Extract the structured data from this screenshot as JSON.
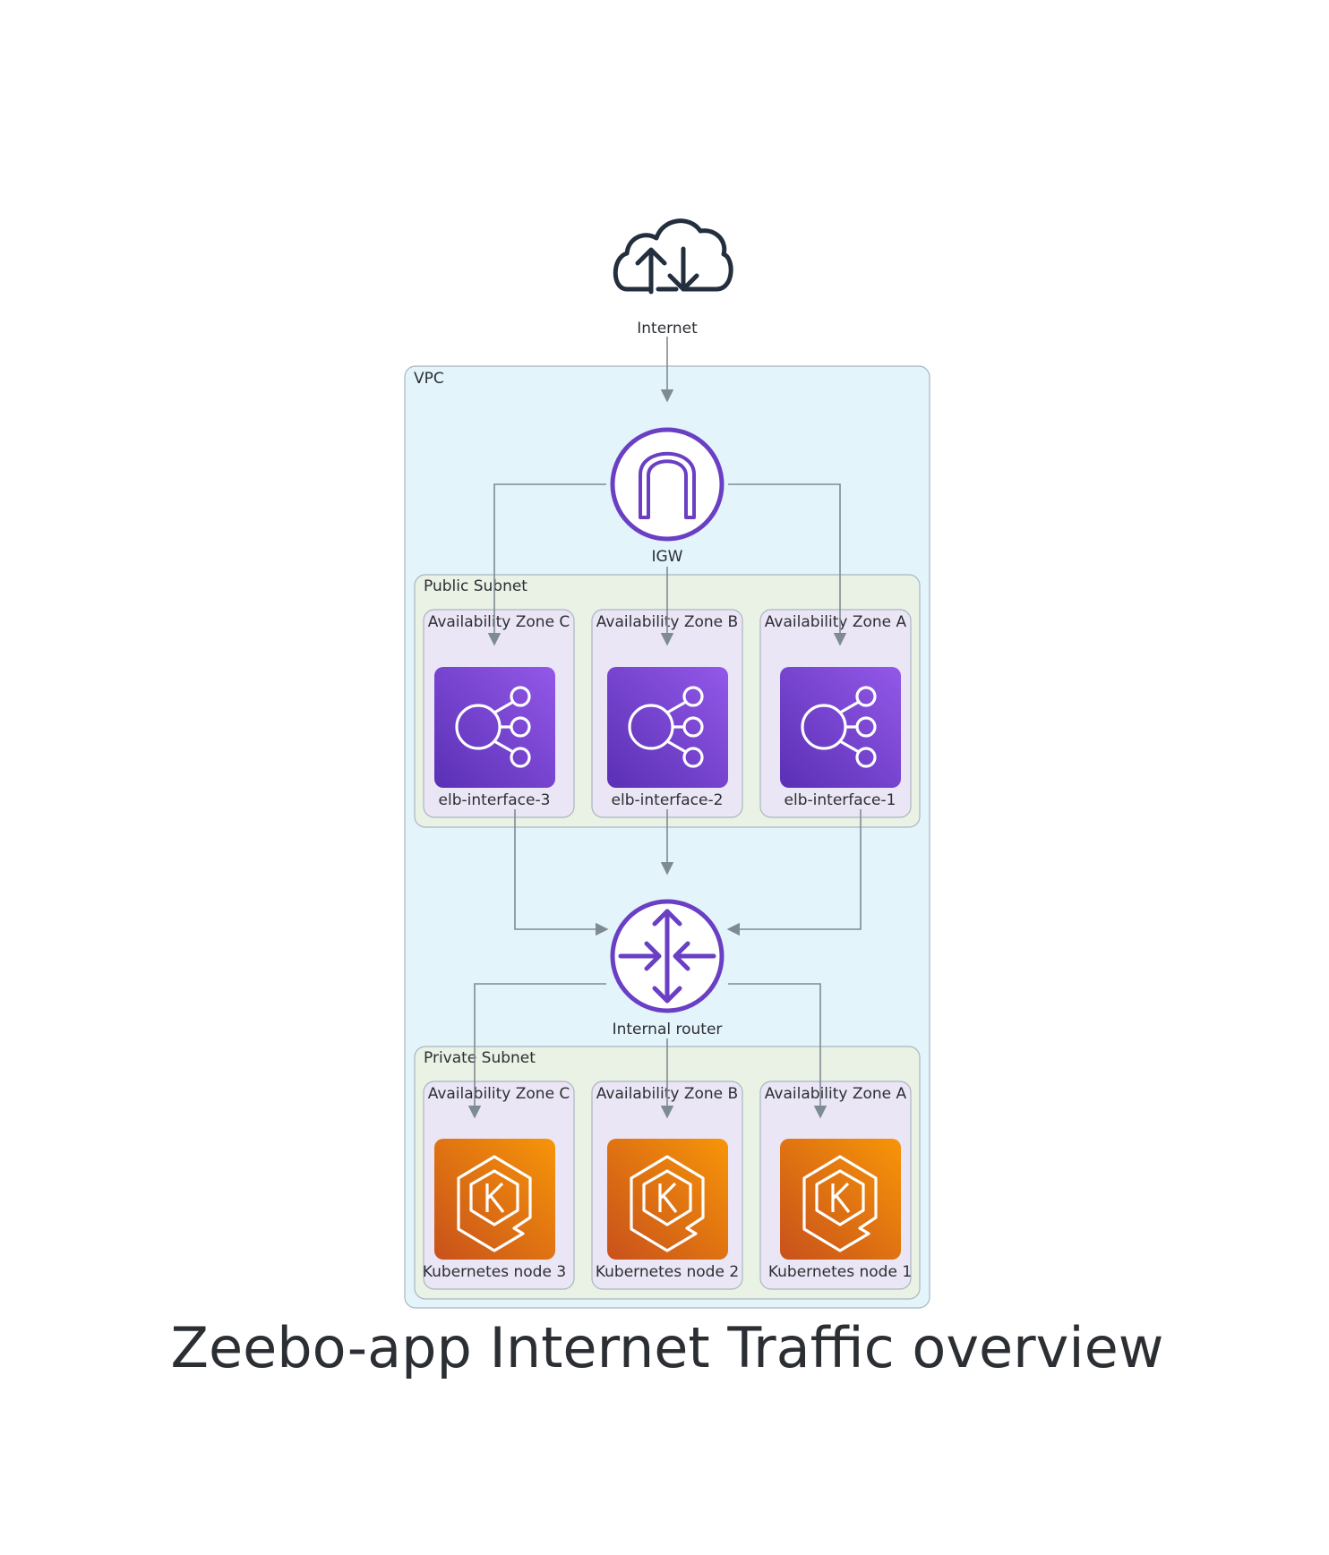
{
  "title": "Zeebo-app Internet Traffic overview",
  "colors": {
    "vpc_fill": "#e3f4fb",
    "subnet_fill": "#e9f2e5",
    "zone_fill": "#ebe6f5",
    "border": "#a9b6c0",
    "edge": "#7f8b94",
    "purple": "#6a3fc4",
    "purple_light": "#9358e8",
    "orange_dark": "#d2561a",
    "orange_light": "#f39207",
    "internet_icon": "#232f3e"
  },
  "nodes": {
    "internet": {
      "label": "Internet",
      "icon": "cloud-upload-download-icon"
    },
    "igw": {
      "label": "IGW",
      "icon": "internet-gateway-icon"
    },
    "router": {
      "label": "Internal router",
      "icon": "router-icon"
    }
  },
  "groups": {
    "vpc": "VPC",
    "public_subnet": "Public Subnet",
    "private_subnet": "Private Subnet"
  },
  "public_zones": [
    {
      "zone": "Availability Zone C",
      "label": "elb-interface-3",
      "icon": "elastic-load-balancer-icon"
    },
    {
      "zone": "Availability Zone B",
      "label": "elb-interface-2",
      "icon": "elastic-load-balancer-icon"
    },
    {
      "zone": "Availability Zone A",
      "label": "elb-interface-1",
      "icon": "elastic-load-balancer-icon"
    }
  ],
  "private_zones": [
    {
      "zone": "Availability Zone C",
      "label": "Kubernetes node 3",
      "icon": "eks-kubernetes-icon"
    },
    {
      "zone": "Availability Zone B",
      "label": "Kubernetes node 2",
      "icon": "eks-kubernetes-icon"
    },
    {
      "zone": "Availability Zone A",
      "label": "Kubernetes node 1",
      "icon": "eks-kubernetes-icon"
    }
  ]
}
